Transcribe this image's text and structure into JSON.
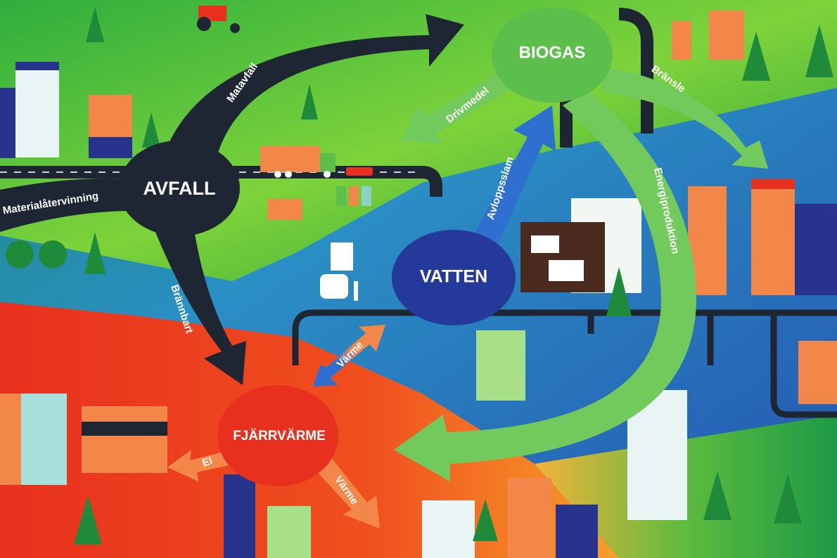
{
  "nodes": {
    "avfall": "AVFALL",
    "biogas": "BIOGAS",
    "vatten": "VATTEN",
    "fjarrvarme": "FJÄRRVÄRME"
  },
  "flows": {
    "matavfall": "Matavfall",
    "materialatervinning": "Materialåtervinning",
    "brannbart": "Brännbart",
    "drivmedel": "Drivmedel",
    "bransle": "Bränsle",
    "energiproduktion": "Energiproduktion",
    "avloppsslam": "Avloppsslam",
    "varme_vatten": "Värme",
    "el": "El",
    "varme_ut": "Värme"
  },
  "colors": {
    "avfall": "#1f2633",
    "biogas": "#5cbf4c",
    "green_arrow": "#72c95c",
    "vatten": "#24399a",
    "blue_arrow": "#2f6fd0",
    "fjarrvarme": "#e8301e",
    "orange_arrow": "#f3874a"
  }
}
